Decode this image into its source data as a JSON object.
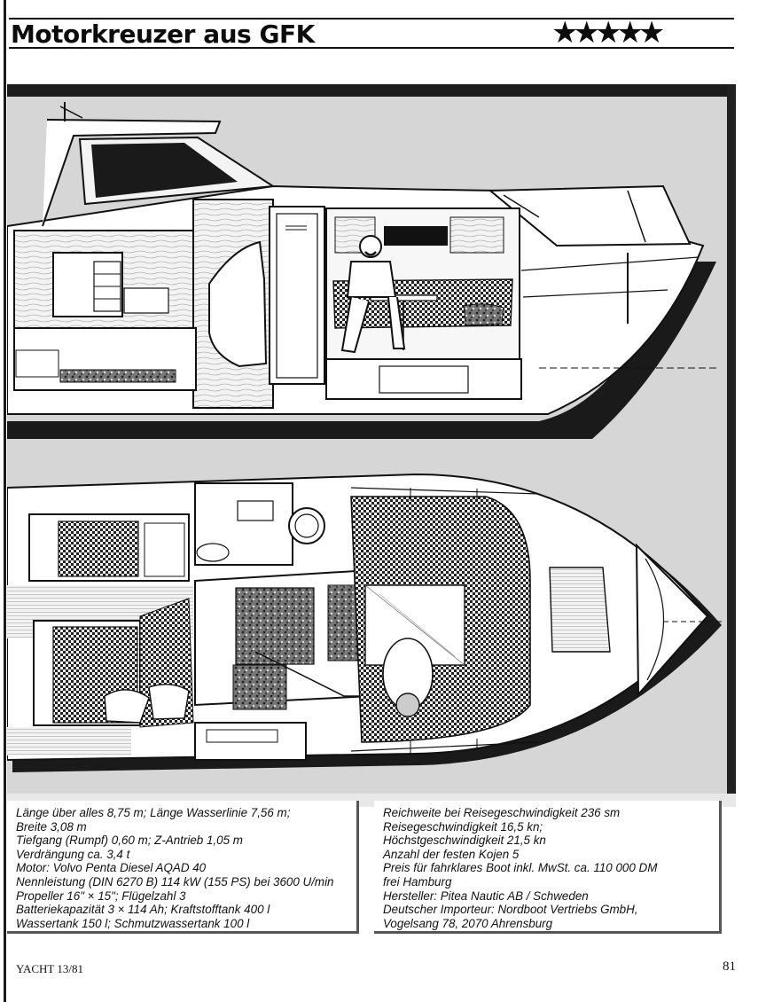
{
  "header": {
    "title": "Motorkreuzer aus GFK",
    "rating": "★★★★★"
  },
  "specs_left": [
    "Länge über alles 8,75 m; Länge Wasserlinie 7,56 m;",
    "Breite 3,08 m",
    "Tiefgang (Rumpf) 0,60 m; Z-Antrieb 1,05 m",
    "Verdrängung ca. 3,4 t",
    "Motor: Volvo Penta Diesel AQAD 40",
    "Nennleistung (DIN 6270 B) 114 kW (155 PS) bei 3600 U/min",
    "Propeller 16\" × 15\"; Flügelzahl 3",
    "Batteriekapazität 3 × 114 Ah; Kraftstofftank 400 l",
    "Wassertank 150 l; Schmutzwassertank 100 l"
  ],
  "specs_right": [
    "Reichweite bei Reisegeschwindigkeit 236 sm",
    "Reisegeschwindigkeit 16,5 kn;",
    "Höchstgeschwindigkeit 21,5 kn",
    "Anzahl der festen Kojen 5",
    "Preis für fahrklares Boot inkl. MwSt. ca. 110 000 DM",
    "frei Hamburg",
    "Hersteller: Pitea Nautic AB / Schweden",
    "Deutscher Importeur: Nordboot Vertriebs GmbH,",
    "Vogelsang 78, 2070 Ahrensburg"
  ],
  "footer": {
    "publication": "YACHT 13/81",
    "page_number": "81"
  },
  "colors": {
    "background": "#ffffff",
    "ink": "#111111",
    "art_backdrop": "#d4d4d4"
  }
}
